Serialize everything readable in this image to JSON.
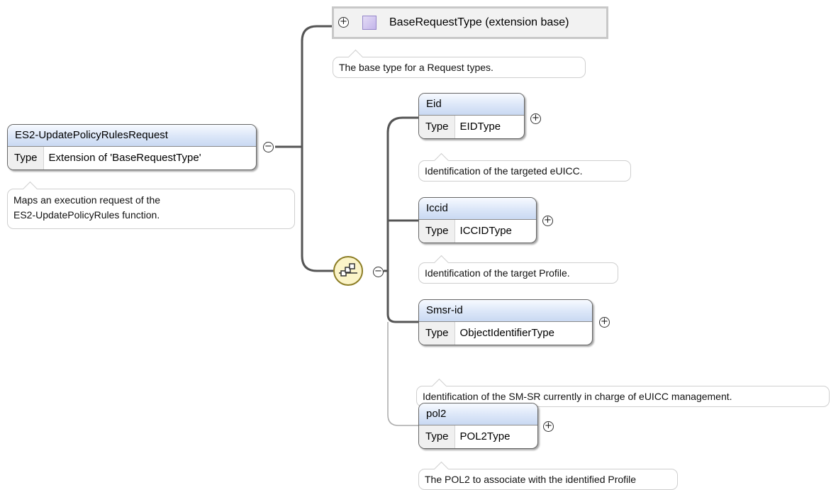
{
  "root": {
    "name": "ES2-UpdatePolicyRulesRequest",
    "type_key": "Type",
    "type_value": "Extension of 'BaseRequestType'",
    "doc_line1": "Maps an execution request of the",
    "doc_line2": "ES2-UpdatePolicyRules function."
  },
  "base": {
    "label": "BaseRequestType (extension base)",
    "doc": "The base type for a Request types."
  },
  "elements": [
    {
      "name": "Eid",
      "type_key": "Type",
      "type_value": "EIDType",
      "doc": "Identification of the targeted eUICC."
    },
    {
      "name": "Iccid",
      "type_key": "Type",
      "type_value": "ICCIDType",
      "doc": "Identification of the target Profile."
    },
    {
      "name": "Smsr-id",
      "type_key": "Type",
      "type_value": "ObjectIdentifierType",
      "doc": "Identification of the SM-SR currently in charge of eUICC management."
    },
    {
      "name": "pol2",
      "type_key": "Type",
      "type_value": "POL2Type",
      "doc": "The POL2 to associate with the identified Profile"
    }
  ],
  "icons": {
    "expand": "plus-circle-icon",
    "collapse": "minus-circle-icon",
    "sequence": "sequence-compositor-icon",
    "swatch": "complex-type-icon"
  },
  "colors": {
    "header_fill": "#dbe6f8",
    "compositor_fill": "#fbf4c8",
    "connector": "#555555",
    "optional_connector": "#aaaaaa"
  }
}
